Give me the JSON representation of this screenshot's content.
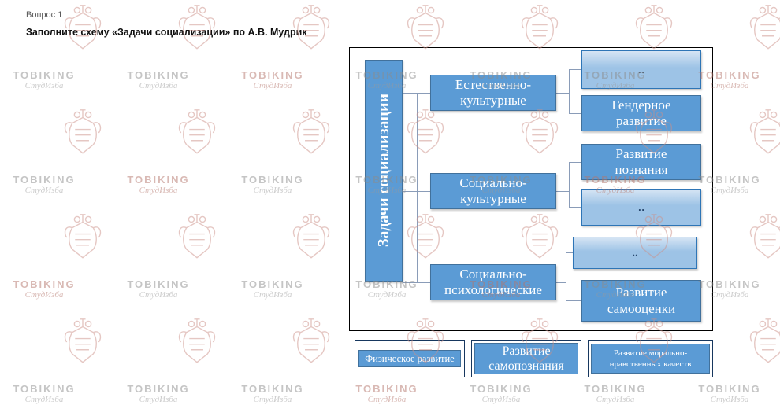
{
  "header": {
    "question_label": "Вопрос 1",
    "question_text": "Заполните схему «Задачи социализации» по А.В. Мудрик"
  },
  "watermark": {
    "title": "TOBIKING",
    "subtitle": "СтудИзба"
  },
  "diagram": {
    "root_label": "Задачи социализации",
    "groups": [
      {
        "label": "Естественно-культурные",
        "children": [
          {
            "label": "..",
            "blank": true
          },
          {
            "label": "Гендерное развитие",
            "blank": false
          }
        ]
      },
      {
        "label": "Социально-культурные",
        "children": [
          {
            "label": "Развитие познания",
            "blank": false
          },
          {
            "label": "..",
            "blank": true
          }
        ]
      },
      {
        "label": "Социально-психологические",
        "children": [
          {
            "label": "..",
            "blank": true
          },
          {
            "label": "Развитие самооценки",
            "blank": false
          }
        ]
      }
    ]
  },
  "options": [
    {
      "label": "Физическое развитие"
    },
    {
      "label": "Развитие самопознания"
    },
    {
      "label": "Развитие морально-нравственных качеств"
    }
  ],
  "colors": {
    "box-blue": "#5b9bd5",
    "box-border": "#41719c",
    "blank-blue": "#9dc3e6",
    "blank-border": "#2e75b6",
    "line": "#8a9cb8"
  }
}
